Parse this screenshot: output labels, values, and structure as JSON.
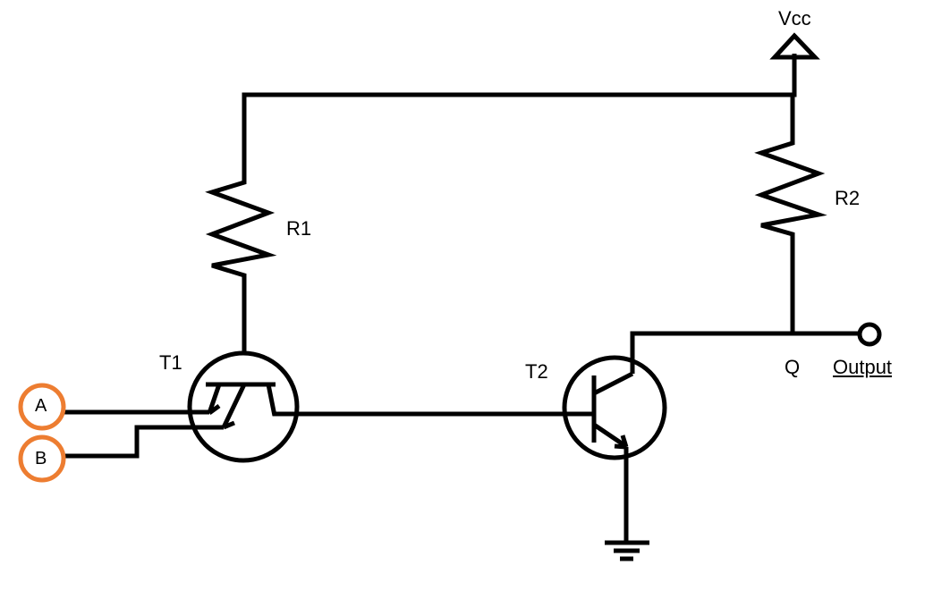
{
  "colors": {
    "wire": "#000000",
    "input_ring": "#ED7D31",
    "background": "#FFFFFF"
  },
  "labels": {
    "supply": "Vcc",
    "r1": "R1",
    "r2": "R2",
    "t1": "T1",
    "t2": "T2",
    "node_q": "Q",
    "output": "Output",
    "input_a": "A",
    "input_b": "B"
  },
  "symbols": {
    "supply": "vcc-arrow",
    "r1": "resistor",
    "r2": "resistor",
    "t1": "multi-emitter-npn-transistor",
    "t2": "npn-transistor",
    "ground": "ground",
    "output_terminal": "open-terminal",
    "input_a": "input-terminal",
    "input_b": "input-terminal"
  }
}
